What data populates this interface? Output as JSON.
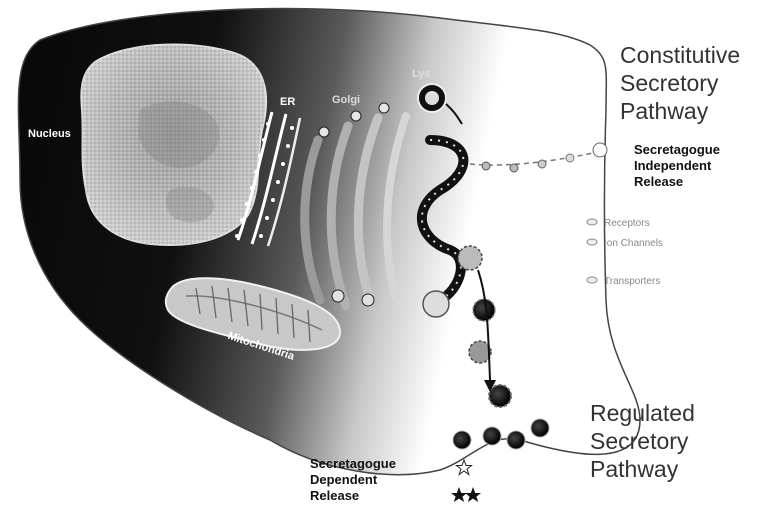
{
  "labels": {
    "nucleus": "Nucleus",
    "er": "ER",
    "golgi": "Golgi",
    "lysosome": "Lys",
    "mitochondria": "Mitochondria",
    "constitutive": [
      "Constitutive",
      "Secretory",
      "Pathway"
    ],
    "independent": [
      "Secretagogue",
      "Independent",
      "Release"
    ],
    "receptors": "Receptors",
    "ion_channels": "Ion Channels",
    "transporters": "Transporters",
    "regulated": [
      "Regulated",
      "Secretory",
      "Pathway"
    ],
    "dependent": [
      "Secretagogue",
      "Dependent",
      "Release"
    ]
  }
}
